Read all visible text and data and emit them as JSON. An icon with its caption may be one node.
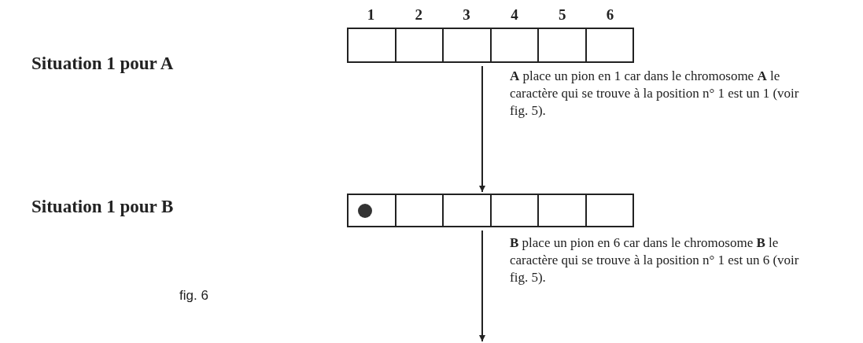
{
  "diagram": {
    "nodes": [
      {
        "text": [],
        "shape": "bar",
        "beside": [
          "**A** place un pion en 1 car dans le chromosome **A** le caractère qui se trouve à la position n° 1 est un 1 (voir fig. 5)."
        ]
      },
      {
        "text": [],
        "shape": "bar",
        "beside": [
          "**B** place un pion en 6 car dans le chromosome **B** le caractère qui se trouve à la position n° 1 est un 6 (voir fig. 5)."
        ]
      }
    ],
    "edges": [
      {
        "from": 0,
        "to": 1,
        "arrow": "to"
      },
      {
        "from": 1,
        "to": null,
        "arrow": "to"
      }
    ],
    "labels": [
      "1",
      "2",
      "3",
      "4",
      "5",
      "6",
      "Situation 1 pour A",
      "Situation 1 pour B",
      "fig. 6"
    ]
  }
}
